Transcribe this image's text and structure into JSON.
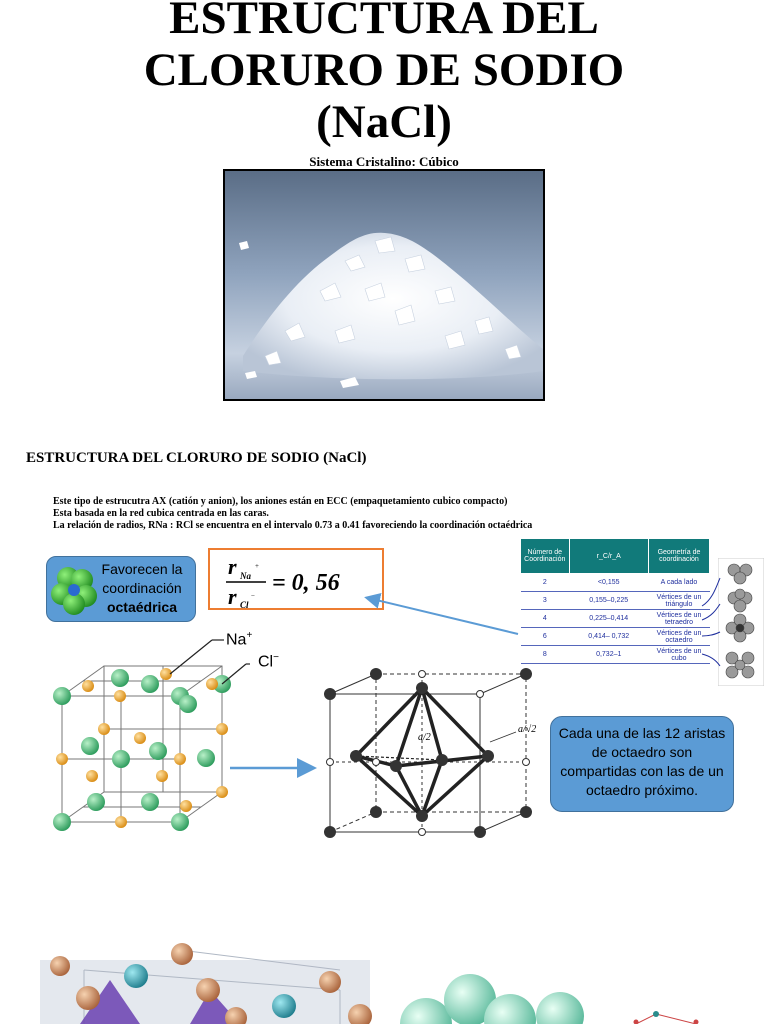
{
  "title": {
    "line1": "ESTRUCTURA DEL",
    "line2": "CLORURO DE SODIO",
    "line3": "(NaCl)"
  },
  "subtitle": "Sistema Cristalino: Cúbico",
  "section_heading": "ESTRUCTURA DEL CLORURO DE SODIO (NaCl)",
  "paragraphs": [
    "Este tipo de estrucutra AX (catión y anion), los aniones están en ECC (empaquetamiento cubico compacto)",
    "Esta basada en la red cubica centrada en las caras.",
    "La relación de radios, RNa : RCl se encuentra en el intervalo 0.73 a 0.41 favoreciendo la coordinación octaédrica"
  ],
  "coordination_box": {
    "line1": "Favorecen la",
    "line2": "coordinación",
    "line3": "octaédrica"
  },
  "ratio_formula": {
    "numerator": "r",
    "numerator_sub": "Na",
    "numerator_sup": "+",
    "denominator": "r",
    "denominator_sub": "Cl",
    "denominator_sup": "−",
    "value": "= 0, 56"
  },
  "coordination_table": {
    "headers": [
      "Número de Coordinación",
      "r_C/r_A",
      "Geometría de coordinación"
    ],
    "rows": [
      [
        "2",
        "<0,155",
        "A cada lado"
      ],
      [
        "3",
        "0,155–0,225",
        "Vértices de un triángulo"
      ],
      [
        "4",
        "0,225–0,414",
        "Vértices de un tetraedro"
      ],
      [
        "6",
        "0,414– 0,732",
        "Vértices de un octaedro"
      ],
      [
        "8",
        "0,732–1",
        "Vértices de un cubo"
      ]
    ]
  },
  "ion_labels": {
    "na": "Na",
    "na_charge": "+",
    "cl": "Cl",
    "cl_charge": "−"
  },
  "octahedron_labels": {
    "half_a": "a/2",
    "a_root2": "a/√2"
  },
  "edge_box": "Cada una de las 12 aristas de octaedro son compartidas con las de un octaedro próximo.",
  "colors": {
    "blue_box": "#5b9bd5",
    "orange_border": "#ed7d31",
    "table_header": "#117a7a",
    "cl_sphere": "#5cc08a",
    "na_sphere": "#f0a030",
    "arrow": "#5b9bd5"
  }
}
